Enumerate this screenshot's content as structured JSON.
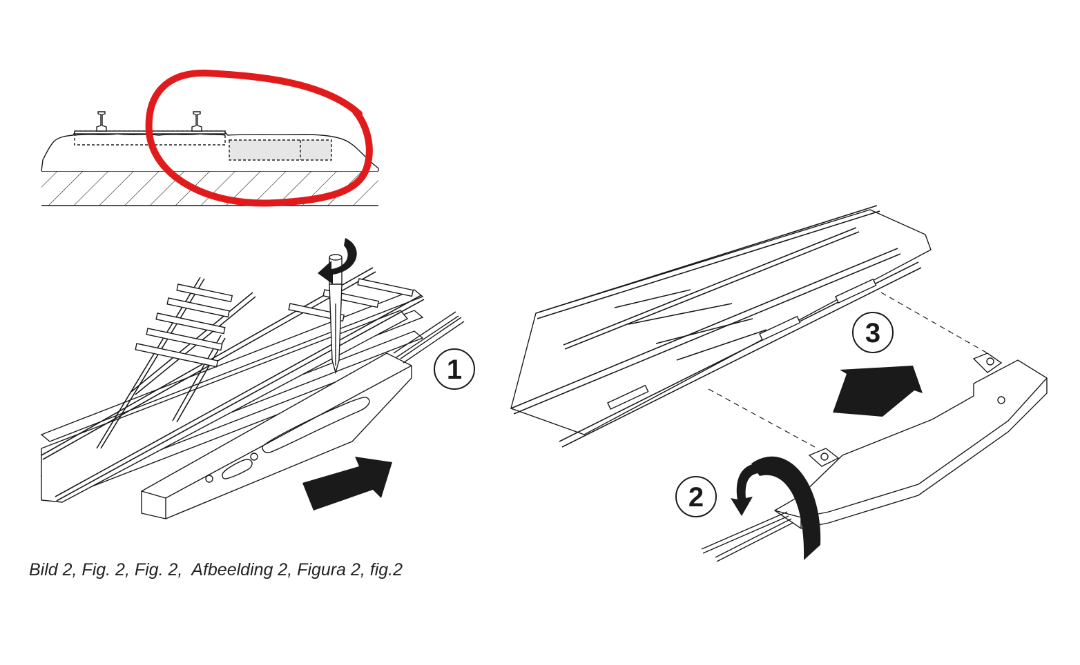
{
  "caption": "Bild 2, Fig. 2, Fig. 2,  Afbeelding 2, Figura 2, fig.2",
  "steps": [
    "1",
    "2",
    "3"
  ],
  "icons": [
    "track-cross-section",
    "turnout-with-screwdriver",
    "turnout-with-motor-mount",
    "arrow-right",
    "arrow-up",
    "rotation-arrow",
    "red-annotation-circle"
  ],
  "colors": {
    "ink": "#1a1a1a",
    "annotation": "#e11b1b",
    "ballast_fill": "#e6e6e6"
  }
}
